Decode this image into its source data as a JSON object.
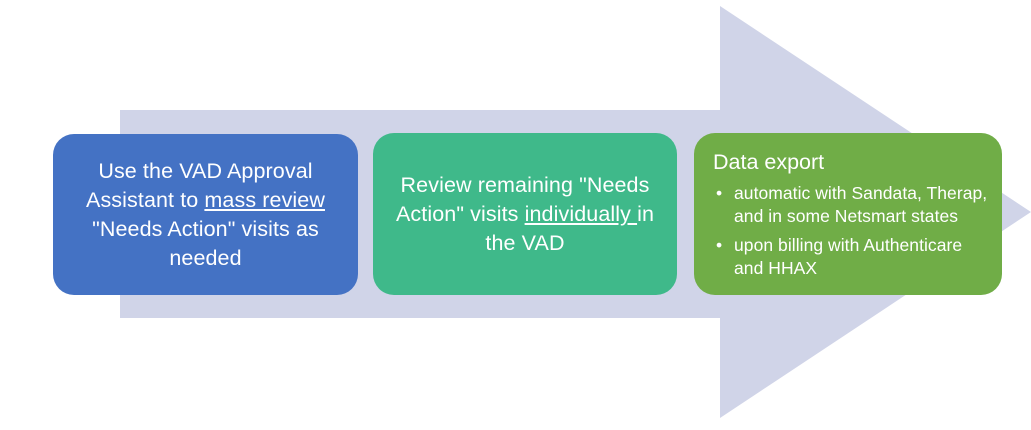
{
  "diagram": {
    "type": "process-arrow",
    "title": "",
    "colors": {
      "arrow": "#D0D4E8",
      "step1": "#4472C4",
      "step2": "#3FB98A",
      "step3": "#70AD47",
      "text": "#FFFFFF",
      "background": "#FFFFFF"
    },
    "arrow": {
      "name": "right-arrow-shape",
      "direction": "right"
    },
    "steps": [
      {
        "id": "step-1",
        "color": "#4472C4",
        "layout": "centered-paragraph",
        "text_parts": [
          {
            "text": "Use the VAD Approval Assistant to ",
            "underline": false
          },
          {
            "text": "mass review",
            "underline": true
          },
          {
            "text": " \"Needs Action\" visits as needed",
            "underline": false
          }
        ],
        "full_text": "Use the VAD Approval Assistant to mass review \"Needs Action\" visits as needed"
      },
      {
        "id": "step-2",
        "color": "#3FB98A",
        "layout": "centered-paragraph",
        "text_parts": [
          {
            "text": "Review remaining \"Needs Action\" visits ",
            "underline": false
          },
          {
            "text": "individually ",
            "underline": true
          },
          {
            "text": "in the VAD",
            "underline": false
          }
        ],
        "full_text": "Review remaining \"Needs Action\" visits individually in the VAD"
      },
      {
        "id": "step-3",
        "color": "#70AD47",
        "layout": "title-with-bullets",
        "title": "Data export",
        "bullet_glyph": "•",
        "bullets": [
          "automatic with Sandata, Therap, and in some Netsmart states",
          "upon billing with Authenticare and HHAX"
        ]
      }
    ]
  }
}
